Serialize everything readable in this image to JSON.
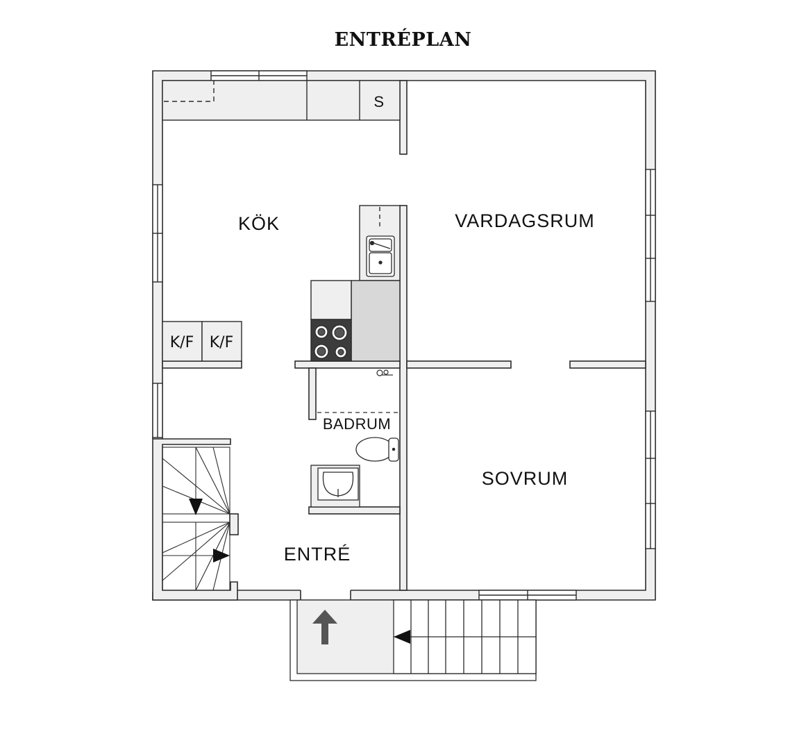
{
  "title": "ENTRÉPLAN",
  "rooms": {
    "kitchen": "KÖK",
    "living_room": "VARDAGSRUM",
    "bedroom": "SOVRUM",
    "bathroom": "BADRUM",
    "entrance": "ENTRÉ"
  },
  "fixtures": {
    "storage": "S",
    "fridge_freezer_1": "K/F",
    "fridge_freezer_2": "K/F"
  }
}
